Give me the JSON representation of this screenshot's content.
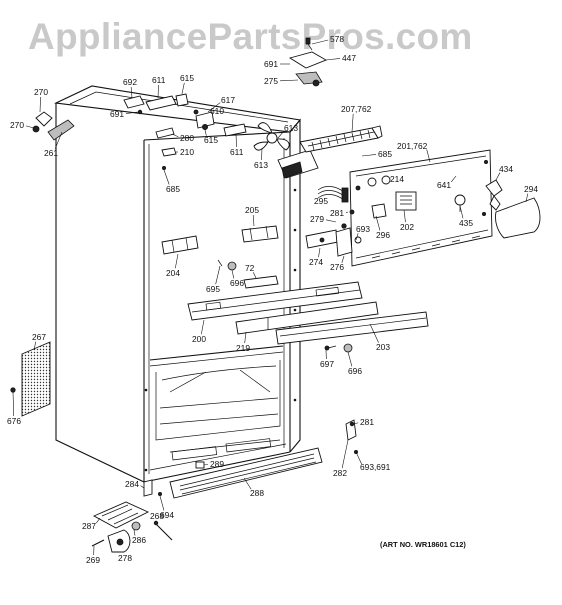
{
  "watermark": "AppliancePartsPros.com",
  "art_number": "(ART NO. WR18601 C12)",
  "callouts": [
    {
      "id": "c578",
      "text": "578"
    },
    {
      "id": "c447",
      "text": "447"
    },
    {
      "id": "c691a",
      "text": "691"
    },
    {
      "id": "c275",
      "text": "275"
    },
    {
      "id": "c270a",
      "text": "270"
    },
    {
      "id": "c270b",
      "text": "270"
    },
    {
      "id": "c261",
      "text": "261"
    },
    {
      "id": "c692",
      "text": "692"
    },
    {
      "id": "c611a",
      "text": "611"
    },
    {
      "id": "c615a",
      "text": "615"
    },
    {
      "id": "c691b",
      "text": "691"
    },
    {
      "id": "c617",
      "text": "617"
    },
    {
      "id": "c610",
      "text": "610"
    },
    {
      "id": "c615b",
      "text": "615"
    },
    {
      "id": "c280",
      "text": "280"
    },
    {
      "id": "c210",
      "text": "210"
    },
    {
      "id": "c611b",
      "text": "611"
    },
    {
      "id": "c613a",
      "text": "613"
    },
    {
      "id": "c613b",
      "text": "613"
    },
    {
      "id": "c207",
      "text": "207,762"
    },
    {
      "id": "c685a",
      "text": "685"
    },
    {
      "id": "c201",
      "text": "201,762"
    },
    {
      "id": "c685b",
      "text": "685"
    },
    {
      "id": "c214",
      "text": "214"
    },
    {
      "id": "c641",
      "text": "641"
    },
    {
      "id": "c434",
      "text": "434"
    },
    {
      "id": "c294",
      "text": "294"
    },
    {
      "id": "c295",
      "text": "295"
    },
    {
      "id": "c281a",
      "text": "281"
    },
    {
      "id": "c279",
      "text": "279"
    },
    {
      "id": "c296",
      "text": "296"
    },
    {
      "id": "c202",
      "text": "202"
    },
    {
      "id": "c435",
      "text": "435"
    },
    {
      "id": "c693a",
      "text": "693"
    },
    {
      "id": "c274",
      "text": "274"
    },
    {
      "id": "c276",
      "text": "276"
    },
    {
      "id": "c205",
      "text": "205"
    },
    {
      "id": "c204",
      "text": "204"
    },
    {
      "id": "c695",
      "text": "695"
    },
    {
      "id": "c696a",
      "text": "696"
    },
    {
      "id": "c72",
      "text": "72"
    },
    {
      "id": "c200",
      "text": "200"
    },
    {
      "id": "c219",
      "text": "219"
    },
    {
      "id": "c203",
      "text": "203"
    },
    {
      "id": "c697",
      "text": "697"
    },
    {
      "id": "c696b",
      "text": "696"
    },
    {
      "id": "c267",
      "text": "267"
    },
    {
      "id": "c676",
      "text": "676"
    },
    {
      "id": "c281b",
      "text": "281"
    },
    {
      "id": "c282",
      "text": "282"
    },
    {
      "id": "c693b",
      "text": "693,691"
    },
    {
      "id": "c289",
      "text": "289"
    },
    {
      "id": "c284",
      "text": "284"
    },
    {
      "id": "c288",
      "text": "288"
    },
    {
      "id": "c694",
      "text": "694"
    },
    {
      "id": "c287",
      "text": "287"
    },
    {
      "id": "c268",
      "text": "268"
    },
    {
      "id": "c286",
      "text": "286"
    },
    {
      "id": "c269",
      "text": "269"
    },
    {
      "id": "c278",
      "text": "278"
    }
  ]
}
